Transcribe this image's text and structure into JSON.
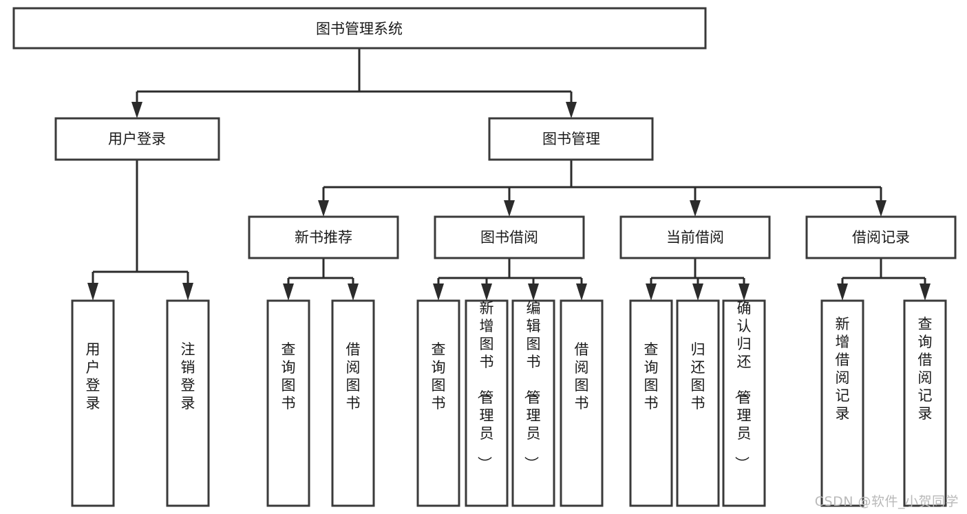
{
  "diagram": {
    "type": "tree",
    "title": "图书管理系统",
    "root": {
      "id": "root",
      "label": "图书管理系统",
      "orientation": "horizontal"
    },
    "level2": [
      {
        "id": "user-login",
        "label": "用户登录",
        "orientation": "horizontal"
      },
      {
        "id": "book-manage",
        "label": "图书管理",
        "orientation": "horizontal"
      }
    ],
    "level3": [
      {
        "id": "new-book-recommend",
        "label": "新书推荐",
        "orientation": "horizontal",
        "parent": "book-manage"
      },
      {
        "id": "book-borrow",
        "label": "图书借阅",
        "orientation": "horizontal",
        "parent": "book-manage"
      },
      {
        "id": "current-borrow",
        "label": "当前借阅",
        "orientation": "horizontal",
        "parent": "book-manage"
      },
      {
        "id": "borrow-record",
        "label": "借阅记录",
        "orientation": "horizontal",
        "parent": "book-manage"
      }
    ],
    "leaves": [
      {
        "id": "leaf-user-login",
        "label": "用户登录",
        "orientation": "vertical",
        "parent": "user-login"
      },
      {
        "id": "leaf-user-logout",
        "label": "注销登录",
        "orientation": "vertical",
        "parent": "user-login"
      },
      {
        "id": "leaf-query-book-1",
        "label": "查询图书",
        "orientation": "vertical",
        "parent": "new-book-recommend"
      },
      {
        "id": "leaf-borrow-book-1",
        "label": "借阅图书",
        "orientation": "vertical",
        "parent": "new-book-recommend"
      },
      {
        "id": "leaf-query-book-2",
        "label": "查询图书",
        "orientation": "vertical",
        "parent": "book-borrow"
      },
      {
        "id": "leaf-add-book",
        "label": "新增图书（管理员）",
        "orientation": "vertical",
        "parent": "book-borrow"
      },
      {
        "id": "leaf-edit-book",
        "label": "编辑图书（管理员）",
        "orientation": "vertical",
        "parent": "book-borrow"
      },
      {
        "id": "leaf-borrow-book-2",
        "label": "借阅图书",
        "orientation": "vertical",
        "parent": "book-borrow"
      },
      {
        "id": "leaf-query-book-3",
        "label": "查询图书",
        "orientation": "vertical",
        "parent": "current-borrow"
      },
      {
        "id": "leaf-return-book",
        "label": "归还图书",
        "orientation": "vertical",
        "parent": "current-borrow"
      },
      {
        "id": "leaf-confirm-return",
        "label": "确认归还（管理员）",
        "orientation": "vertical",
        "parent": "current-borrow"
      },
      {
        "id": "leaf-add-record",
        "label": "新增借阅记录",
        "orientation": "vertical",
        "parent": "borrow-record"
      },
      {
        "id": "leaf-query-record",
        "label": "查询借阅记录",
        "orientation": "vertical",
        "parent": "borrow-record"
      }
    ]
  },
  "watermark": {
    "text": "CSDN @软件_小贺同学"
  },
  "colors": {
    "box_border": "#3a3a3a",
    "link": "#2b2b2b",
    "text": "#1a1a1a",
    "background": "#ffffff",
    "watermark": "#b9b9b9"
  }
}
